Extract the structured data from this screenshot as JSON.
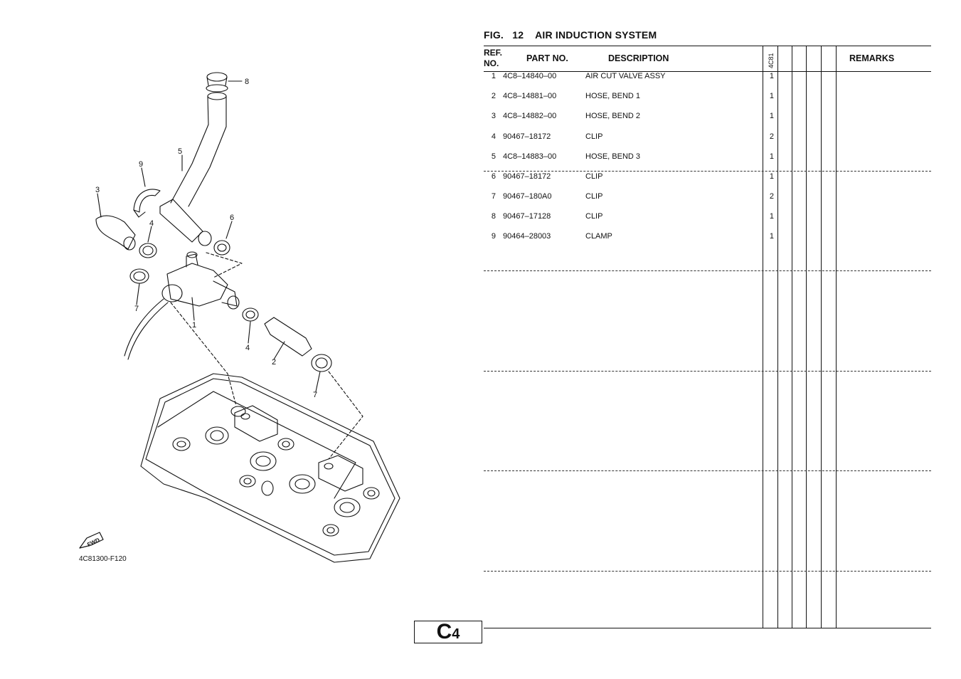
{
  "figure": {
    "title": "FIG.   12    AIR INDUCTION SYSTEM",
    "code": "4C81300-F120",
    "fwd_label": "FWD",
    "callouts": [
      "8",
      "5",
      "9",
      "3",
      "6",
      "4",
      "1",
      "7",
      "4",
      "2",
      "7"
    ]
  },
  "table": {
    "headers": {
      "ref_no_line1": "REF.",
      "ref_no_line2": "NO.",
      "part_no": "PART NO.",
      "description": "DESCRIPTION",
      "model": "4C81",
      "remarks": "REMARKS"
    },
    "rows": [
      {
        "ref": "1",
        "part": "4C8–14840–00",
        "desc": "AIR CUT VALVE ASSY",
        "qty": "1"
      },
      {
        "ref": "2",
        "part": "4C8–14881–00",
        "desc": "HOSE, BEND 1",
        "qty": "1"
      },
      {
        "ref": "3",
        "part": "4C8–14882–00",
        "desc": "HOSE, BEND 2",
        "qty": "1"
      },
      {
        "ref": "4",
        "part": "90467–18172",
        "desc": "CLIP",
        "qty": "2"
      },
      {
        "ref": "5",
        "part": "4C8–14883–00",
        "desc": "HOSE, BEND 3",
        "qty": "1"
      },
      {
        "ref": "6",
        "part": "90467–18172",
        "desc": "CLIP",
        "qty": "1"
      },
      {
        "ref": "7",
        "part": "90467–180A0",
        "desc": "CLIP",
        "qty": "2"
      },
      {
        "ref": "8",
        "part": "90467–17128",
        "desc": "CLIP",
        "qty": "1"
      },
      {
        "ref": "9",
        "part": "90464–28003",
        "desc": "CLAMP",
        "qty": "1"
      }
    ]
  },
  "page": {
    "letter": "C",
    "number": "4"
  }
}
